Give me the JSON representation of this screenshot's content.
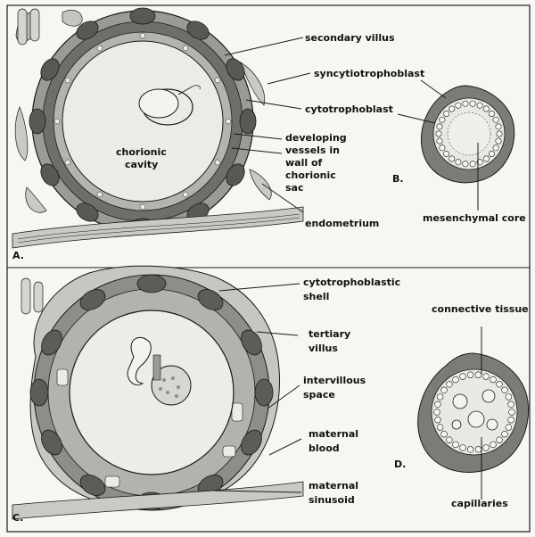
{
  "panels": {
    "A": {
      "letter": "A.",
      "labels": {
        "secondary_villus": "secondary villus",
        "syncytiotrophoblast": "syncytiotrophoblast",
        "cytotrophoblast": "cytotrophoblast",
        "chorionic_cavity": [
          "chorionic",
          "cavity"
        ],
        "developing_vessels": [
          "developing",
          "vessels in",
          "wall of",
          "chorionic",
          "sac"
        ],
        "endometrium": "endometrium"
      }
    },
    "B": {
      "letter": "B.",
      "labels": {
        "mesenchymal_core": "mesenchymal core"
      }
    },
    "C": {
      "letter": "C.",
      "labels": {
        "cytotrophoblastic_shell": [
          "cytotrophoblastic",
          "shell"
        ],
        "tertiary_villus": [
          "tertiary",
          "villus"
        ],
        "intervillous_space": [
          "intervillous",
          "space"
        ],
        "maternal_blood": [
          "maternal",
          "blood"
        ],
        "maternal_sinusoid": [
          "maternal",
          "sinusoid"
        ]
      }
    },
    "D": {
      "letter": "D.",
      "labels": {
        "connective_tissue": "connective tissue",
        "capillaries": "capillaries"
      }
    }
  },
  "colors": {
    "background": "#f7f6f2",
    "line": "#1a1a1a",
    "tissue_dark": "#5a5a5a",
    "tissue_mid": "#8c8c8c",
    "tissue_light": "#c9c9c6"
  }
}
